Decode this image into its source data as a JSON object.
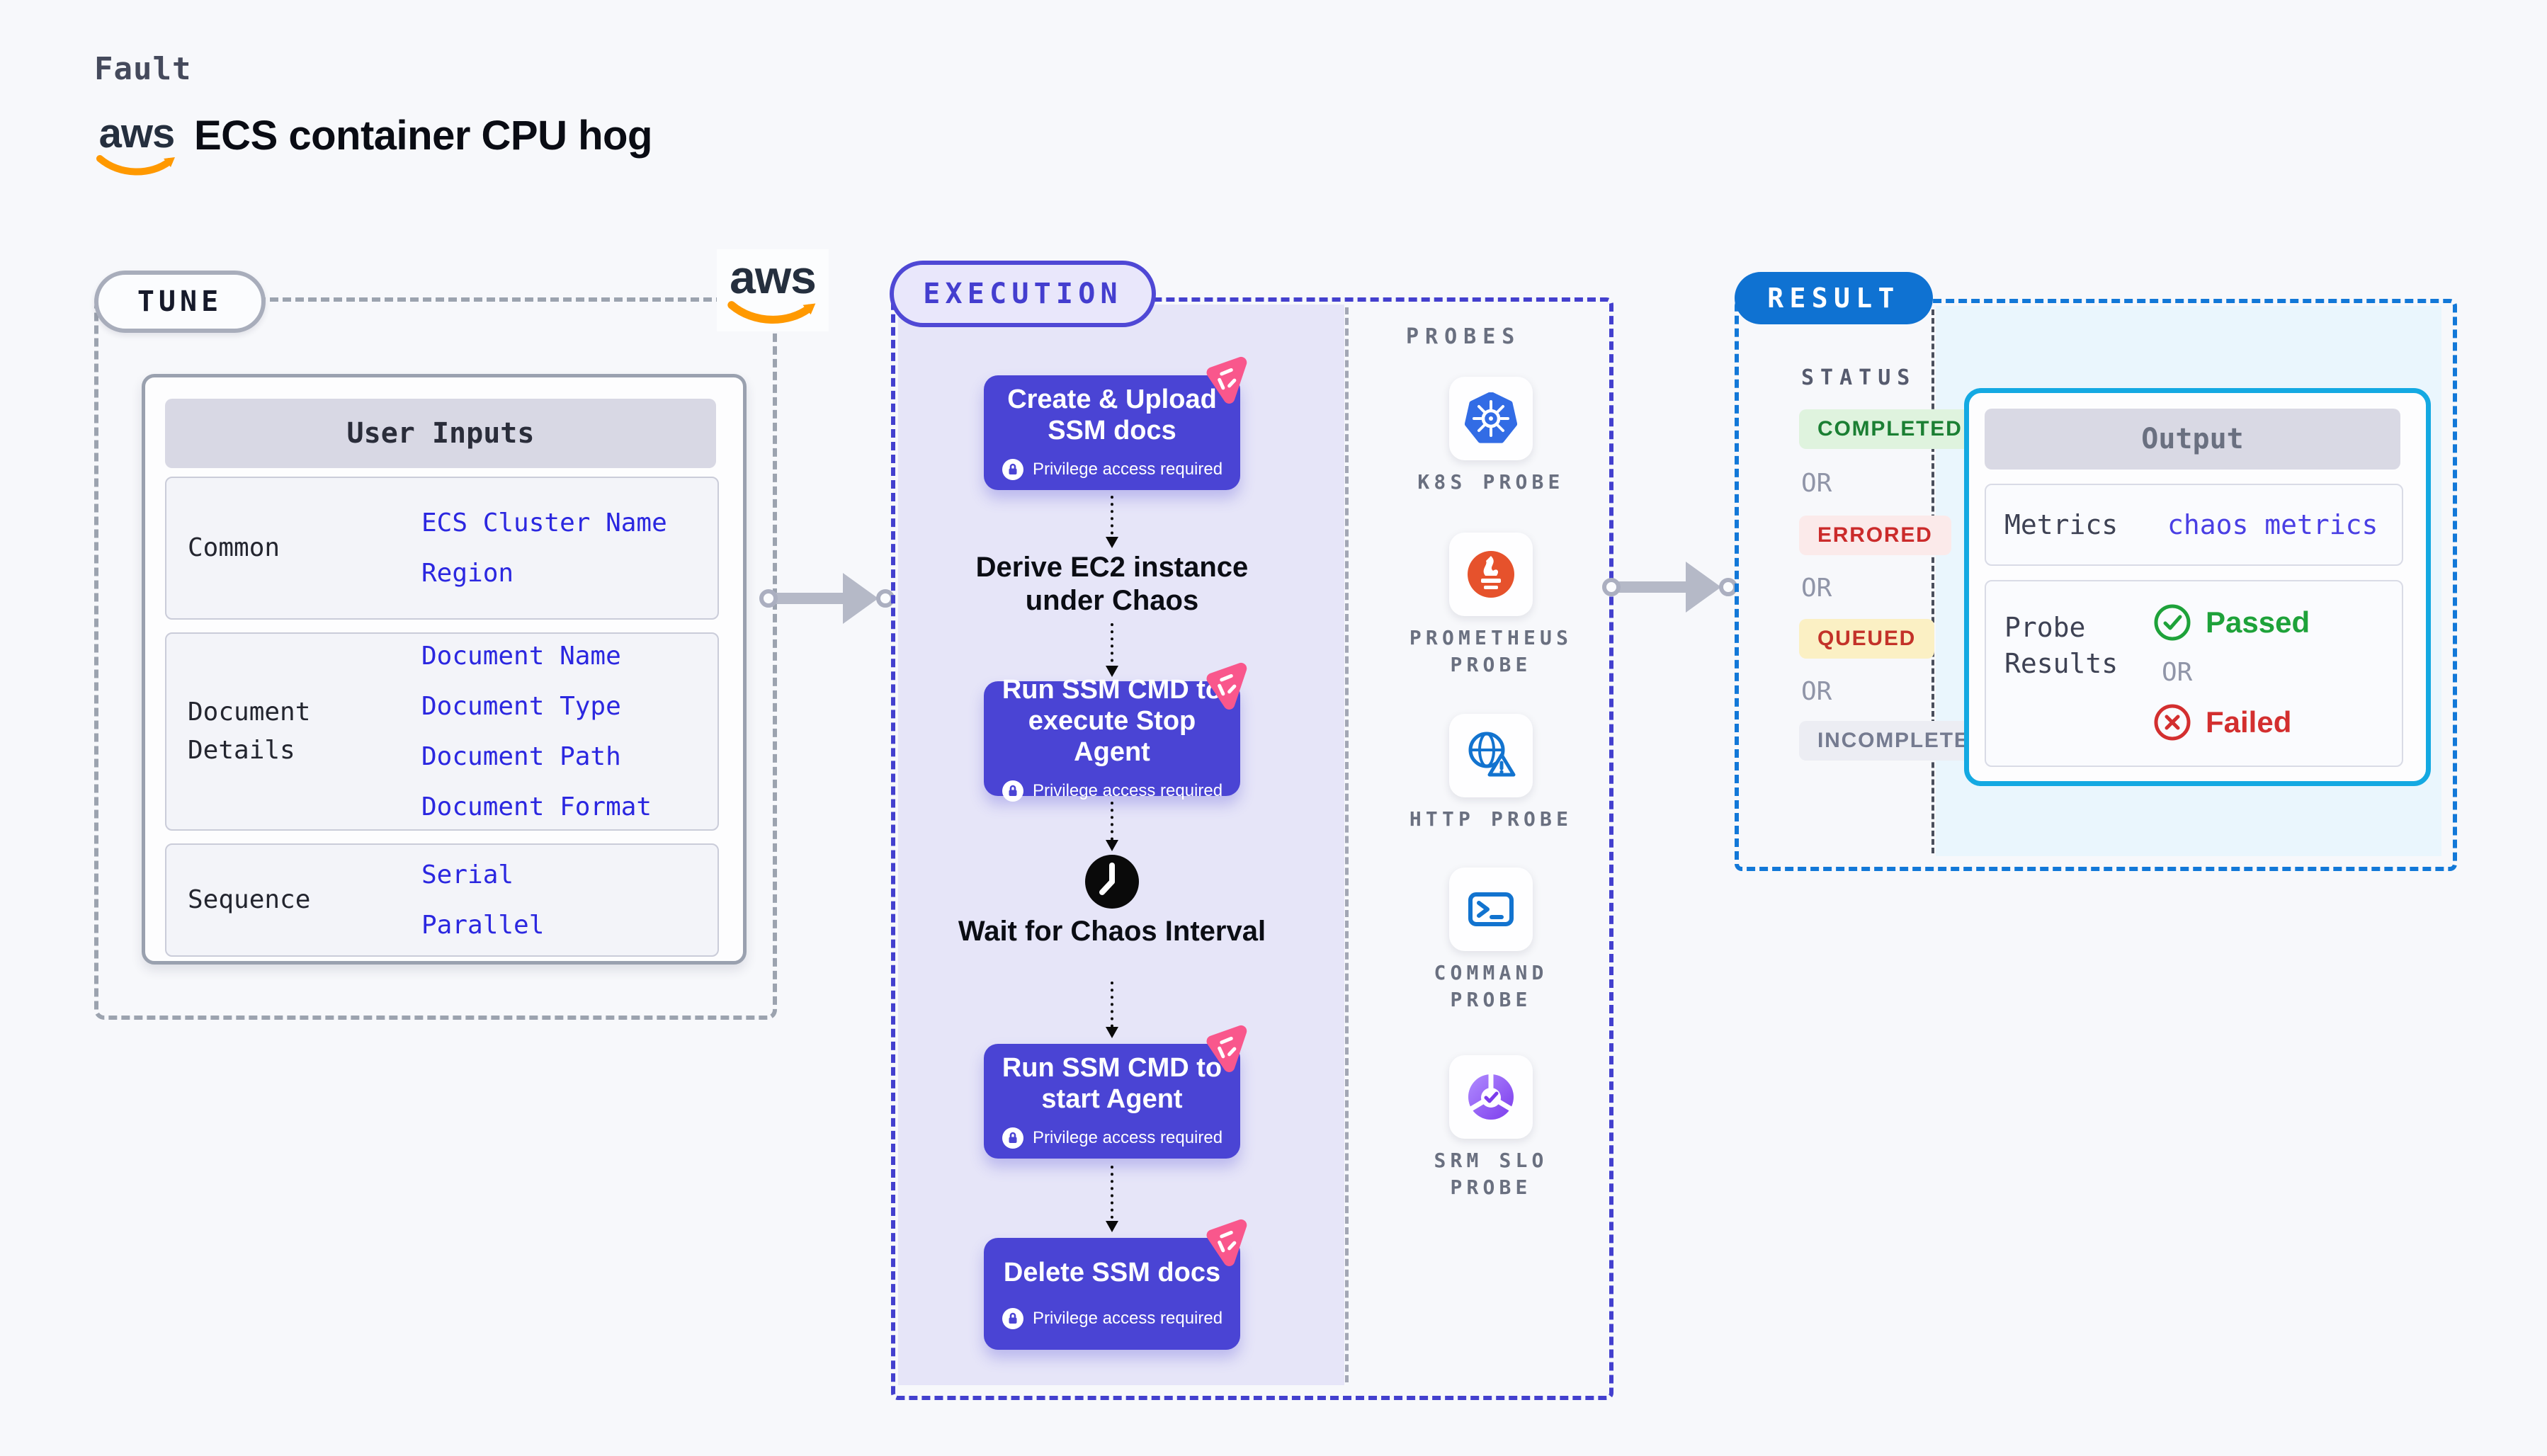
{
  "page": {
    "fault_label": "Fault",
    "title": "ECS container CPU hog",
    "aws_logo_text": "aws"
  },
  "colors": {
    "accent_indigo": "#4A44D4",
    "execution_border": "#4340CE",
    "tune_border": "#9CA3AF",
    "result_border": "#1278D8",
    "result_pill_bg": "#0F72D2",
    "output_border": "#14A9E2",
    "link_blue": "#2B27E0",
    "chaos_pink": "#F9578C",
    "passed_green": "#1EA23A",
    "failed_red": "#D32F2F"
  },
  "tune": {
    "label": "TUNE",
    "user_inputs": {
      "title": "User Inputs",
      "rows": [
        {
          "label": "Common",
          "values": [
            "ECS Cluster Name",
            "Region"
          ]
        },
        {
          "label": "Document Details",
          "values": [
            "Document Name",
            "Document Type",
            "Document Path",
            "Document Format"
          ]
        },
        {
          "label": "Sequence",
          "values": [
            "Serial",
            "Parallel"
          ]
        }
      ]
    }
  },
  "execution": {
    "label": "EXECUTION",
    "privilege_note": "Privilege access required",
    "steps": [
      {
        "title": "Create & Upload SSM docs"
      },
      {
        "caption": "Derive EC2 instance under Chaos"
      },
      {
        "title": "Run SSM CMD to execute Stop Agent"
      },
      {
        "caption": "Wait for Chaos Interval"
      },
      {
        "title": "Run SSM CMD to start Agent"
      },
      {
        "title": "Delete SSM docs"
      }
    ],
    "probes_label": "PROBES",
    "probes": [
      {
        "name": "K8S PROBE",
        "icon": "kubernetes-icon"
      },
      {
        "name": "PROMETHEUS PROBE",
        "icon": "prometheus-icon"
      },
      {
        "name": "HTTP PROBE",
        "icon": "http-globe-warning-icon"
      },
      {
        "name": "COMMAND PROBE",
        "icon": "terminal-icon"
      },
      {
        "name": "SRM SLO PROBE",
        "icon": "slo-gauge-check-icon"
      }
    ]
  },
  "result": {
    "label": "RESULT",
    "status_label": "STATUS",
    "or_label": "OR",
    "statuses": [
      {
        "text": "COMPLETED"
      },
      {
        "text": "ERRORED"
      },
      {
        "text": "QUEUED"
      },
      {
        "text": "INCOMPLETED"
      }
    ],
    "output": {
      "title": "Output",
      "metrics_label": "Metrics",
      "metrics_link": "chaos metrics",
      "probe_results_label": "Probe Results",
      "passed_label": "Passed",
      "or_label": "OR",
      "failed_label": "Failed"
    }
  }
}
